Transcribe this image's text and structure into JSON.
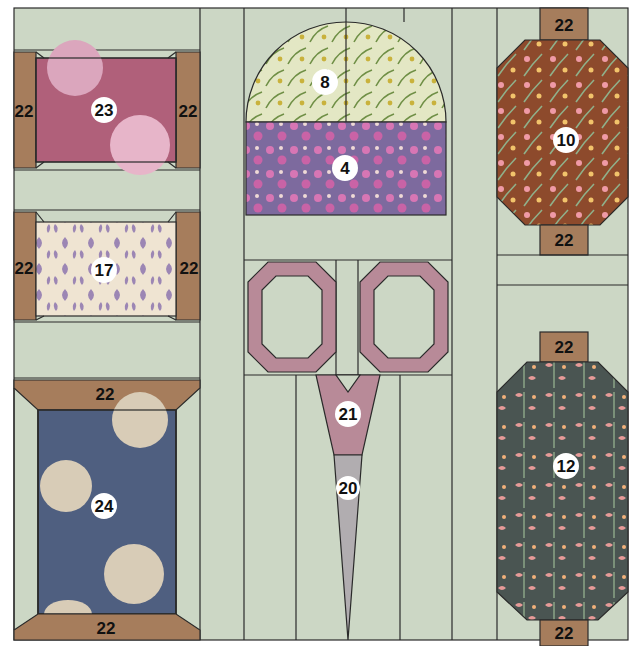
{
  "diagram": {
    "labels": [
      "22",
      "8",
      "22",
      "23",
      "22",
      "10",
      "4",
      "22",
      "22",
      "17",
      "22",
      "22",
      "22",
      "21",
      "20",
      "12",
      "24",
      "22",
      "22"
    ]
  }
}
